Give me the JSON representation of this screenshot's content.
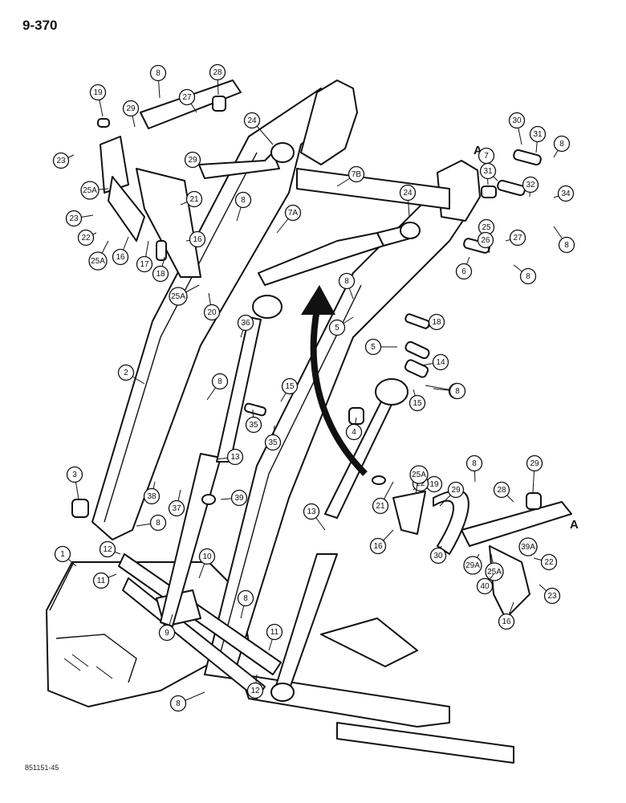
{
  "page": {
    "number": "9-370",
    "drawing_code": "851151-45"
  },
  "reference_labels": [
    "A",
    "A"
  ],
  "callouts": [
    "1",
    "2",
    "3",
    "4",
    "5",
    "5",
    "6",
    "7",
    "7B",
    "7A",
    "8",
    "8",
    "8",
    "8",
    "8",
    "8",
    "8",
    "8",
    "8",
    "8",
    "8",
    "8",
    "8",
    "9",
    "10",
    "11",
    "11",
    "12",
    "12",
    "13",
    "13",
    "14",
    "15",
    "15",
    "16",
    "16",
    "16",
    "16",
    "17",
    "18",
    "18",
    "19",
    "19",
    "20",
    "21",
    "21",
    "22",
    "22",
    "22",
    "23",
    "23",
    "23",
    "24",
    "24",
    "25",
    "25A",
    "25A",
    "25A",
    "25A",
    "25A",
    "26",
    "27",
    "27",
    "28",
    "28",
    "29",
    "29",
    "29",
    "29",
    "29A",
    "30",
    "30",
    "31",
    "31",
    "32",
    "34",
    "35",
    "35",
    "36",
    "37",
    "38",
    "39",
    "39A",
    "40"
  ]
}
